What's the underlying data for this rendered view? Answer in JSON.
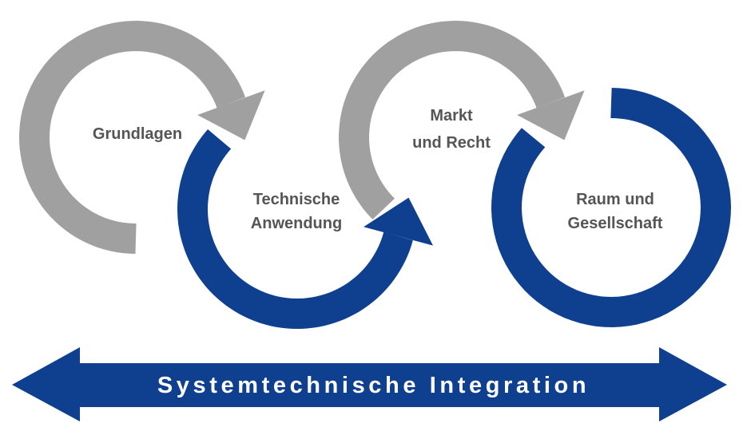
{
  "colors": {
    "gray": "#a0a0a0",
    "blue": "#0f3f8f",
    "text": "#555555"
  },
  "cycles": [
    {
      "label_lines": [
        "Grundlagen"
      ],
      "color": "gray"
    },
    {
      "label_lines": [
        "Technische",
        "Anwendung"
      ],
      "color": "blue"
    },
    {
      "label_lines": [
        "Markt",
        "und Recht"
      ],
      "color": "gray"
    },
    {
      "label_lines": [
        "Raum und",
        "Gesellschaft"
      ],
      "color": "blue"
    }
  ],
  "integration_arrow": {
    "label": "Systemtechnische Integration"
  }
}
